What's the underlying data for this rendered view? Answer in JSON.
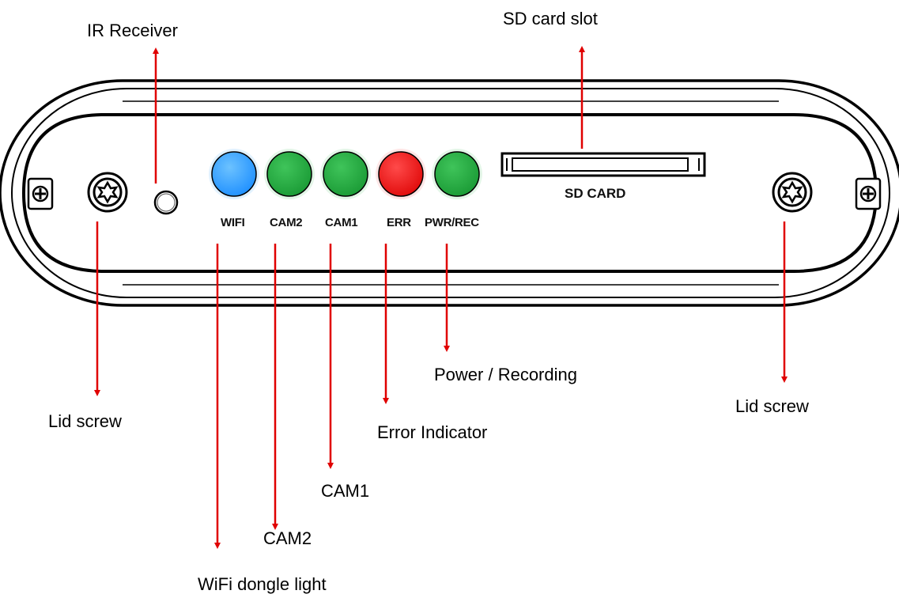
{
  "device_panel": {
    "leds": [
      {
        "label": "WIFI",
        "color": "#1e8fff"
      },
      {
        "label": "CAM2",
        "color": "#1aa33a"
      },
      {
        "label": "CAM1",
        "color": "#1aa33a"
      },
      {
        "label": "ERR",
        "color": "#ee1111"
      },
      {
        "label": "PWR/REC",
        "color": "#1aa33a"
      }
    ],
    "sd_label": "SD CARD"
  },
  "callouts": {
    "ir_receiver": "IR Receiver",
    "sd_card_slot": "SD card slot",
    "lid_screw_left": "Lid screw",
    "lid_screw_right": "Lid screw",
    "power_recording": "Power / Recording",
    "error_indicator": "Error Indicator",
    "cam1": "CAM1",
    "cam2": "CAM2",
    "wifi_dongle_light": "WiFi dongle light"
  },
  "colors": {
    "arrow": "#e00000",
    "outline": "#000000"
  }
}
